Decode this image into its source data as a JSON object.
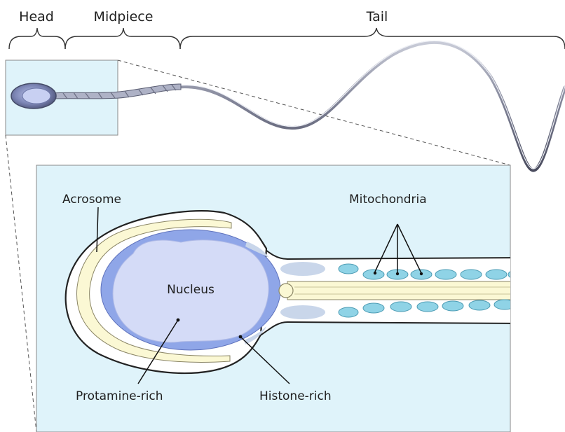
{
  "regions": {
    "head": "Head",
    "midpiece": "Midpiece",
    "tail": "Tail"
  },
  "structures": {
    "acrosome": "Acrosome",
    "mitochondria": "Mitochondria",
    "nucleus": "Nucleus",
    "protamine_rich": "Protamine-rich",
    "histone_rich": "Histone-rich"
  },
  "colors": {
    "background_panel": "#dff3fa",
    "nucleus_outer": "#8fa6e8",
    "nucleus_inner": "#d4dbf7",
    "acrosome": "#fbf8d4",
    "mitochondria": "#8fd3e6",
    "outline": "#2a2a2a"
  }
}
